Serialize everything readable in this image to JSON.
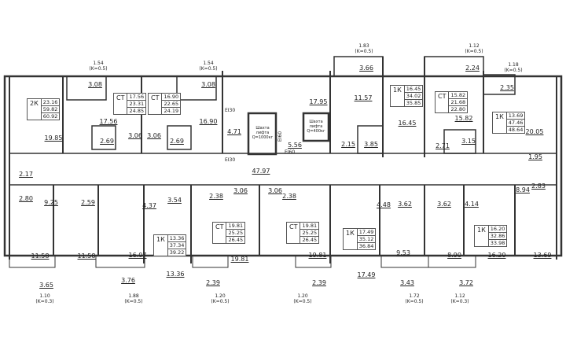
{
  "balconies_top": [
    {
      "area": "1.54",
      "k": "(K=0.5)"
    },
    {
      "area": "1.54",
      "k": "(K=0.5)"
    },
    {
      "area": "1.83",
      "k": "(K=0.5)"
    },
    {
      "area": "1.12",
      "k": "(K=0.5)"
    },
    {
      "area": "1.18",
      "k": "(K=0.5)"
    }
  ],
  "balconies_bottom": [
    {
      "area": "1.10",
      "k": "(K=0.3)"
    },
    {
      "area": "1.88",
      "k": "(K=0.5)"
    },
    {
      "area": "1.20",
      "k": "(K=0.5)"
    },
    {
      "area": "1.20",
      "k": "(K=0.5)"
    },
    {
      "area": "1.72",
      "k": "(K=0.5)"
    },
    {
      "area": "1.12",
      "k": "(K=0.3)"
    }
  ],
  "rooms": [
    "3.08",
    "3.08",
    "17.56",
    "16.90",
    "19.85",
    "2.69",
    "2.69",
    "3.06",
    "3.06",
    "4.71",
    "17.95",
    "11.57",
    "3.66",
    "16.45",
    "2.24",
    "2.35",
    "15.82",
    "20.05",
    "5.56",
    "2.15",
    "3.85",
    "2.71",
    "3.15",
    "1.95",
    "2.17",
    "2.80",
    "9.25",
    "2.59",
    "47.97",
    "3.06",
    "3.06",
    "2.38",
    "2.38",
    "4.37",
    "3.54",
    "11.58",
    "11.58",
    "16.07",
    "13.36",
    "3.65",
    "3.76",
    "2.39",
    "19.81",
    "19.81",
    "2.39",
    "17.49",
    "9.53",
    "8.90",
    "16.20",
    "13.69",
    "3.43",
    "3.72",
    "4.48",
    "3.62",
    "3.62",
    "4.14",
    "8.94",
    "2.83"
  ],
  "flats": [
    {
      "type": "2К",
      "living": "23.16",
      "total": "59.82",
      "total_k": "60.92"
    },
    {
      "type": "СТ",
      "living": "17.56",
      "total": "23.31",
      "total_k": "24.85"
    },
    {
      "type": "СТ",
      "living": "16.90",
      "total": "22.65",
      "total_k": "24.19"
    },
    {
      "type": "1К",
      "living": "16.45",
      "total": "34.02",
      "total_k": "35.85"
    },
    {
      "type": "СТ",
      "living": "15.82",
      "total": "21.68",
      "total_k": "22.80"
    },
    {
      "type": "1К",
      "living": "13.69",
      "total": "47.46",
      "total_k": "48.64"
    },
    {
      "type": "1К",
      "living": "13.36",
      "total": "37.34",
      "total_k": "39.22"
    },
    {
      "type": "СТ",
      "living": "19.81",
      "total": "25.25",
      "total_k": "26.45"
    },
    {
      "type": "СТ",
      "living": "19.81",
      "total": "25.25",
      "total_k": "26.45"
    },
    {
      "type": "1К",
      "living": "17.49",
      "total": "35.12",
      "total_k": "36.84"
    },
    {
      "type": "1К",
      "living": "16.20",
      "total": "32.86",
      "total_k": "33.98"
    }
  ],
  "shafts": [
    {
      "line1": "Шахта",
      "line2": "лифта",
      "line3": "Q=1000кг"
    },
    {
      "line1": "Шахта",
      "line2": "лифта",
      "line3": "Q=400кг"
    }
  ],
  "fire_ratings": [
    "EI30",
    "EI30",
    "EI60",
    "EI60"
  ]
}
